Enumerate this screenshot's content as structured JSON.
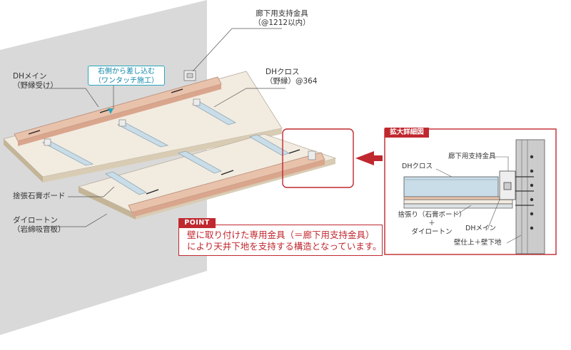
{
  "labels": {
    "bracket": [
      "廊下用支持金具",
      "（@1212以内）"
    ],
    "dh_main": [
      "DHメイン",
      "（野縁受け）"
    ],
    "dh_cross": [
      "DHクロス",
      "（野縁）@364"
    ],
    "insert_note": [
      "右側から差し込む",
      "（ワンタッチ施工）"
    ],
    "sute_board": "捨張石膏ボード",
    "dairoton": [
      "ダイロートン",
      "（岩綿吸音板）"
    ]
  },
  "point": {
    "tag": "POINT",
    "lines": [
      "壁に取り付けた専用金具（＝廊下用支持金具）",
      "により天井下地を支持する構造となっています。"
    ]
  },
  "detail": {
    "title": "拡大詳細図",
    "dh_cross": "DHクロス",
    "bracket": "廊下用支持金具",
    "board": [
      "捨張り（石膏ボード）",
      "＋",
      "ダイロートン"
    ],
    "dh_main": "DHメイン",
    "wall": "壁仕上＋壁下地"
  },
  "colors": {
    "accent_red": "#c0282f",
    "callout_blue": "#2aa6bf",
    "wall_gray": "#d9d9d9",
    "board_beige": "#f2ebe0",
    "main_pink": "#e9c2ac",
    "cross_blue": "#c9dde8"
  }
}
